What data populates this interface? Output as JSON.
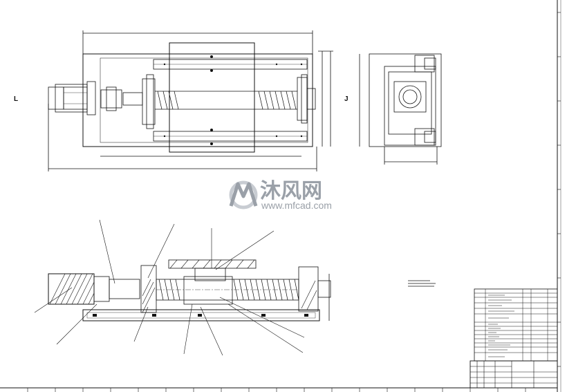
{
  "watermark": {
    "chinese": "沐风网",
    "url": "www.mfcad.com",
    "logo_letter": "M"
  },
  "view_labels": {
    "left": "L",
    "right": "J"
  },
  "colors": {
    "line": "#111111",
    "watermark": "#9aa0a8",
    "watermark_accent": "#c8ccd2"
  },
  "icons": {
    "logo": "mfcad-logo-icon"
  }
}
